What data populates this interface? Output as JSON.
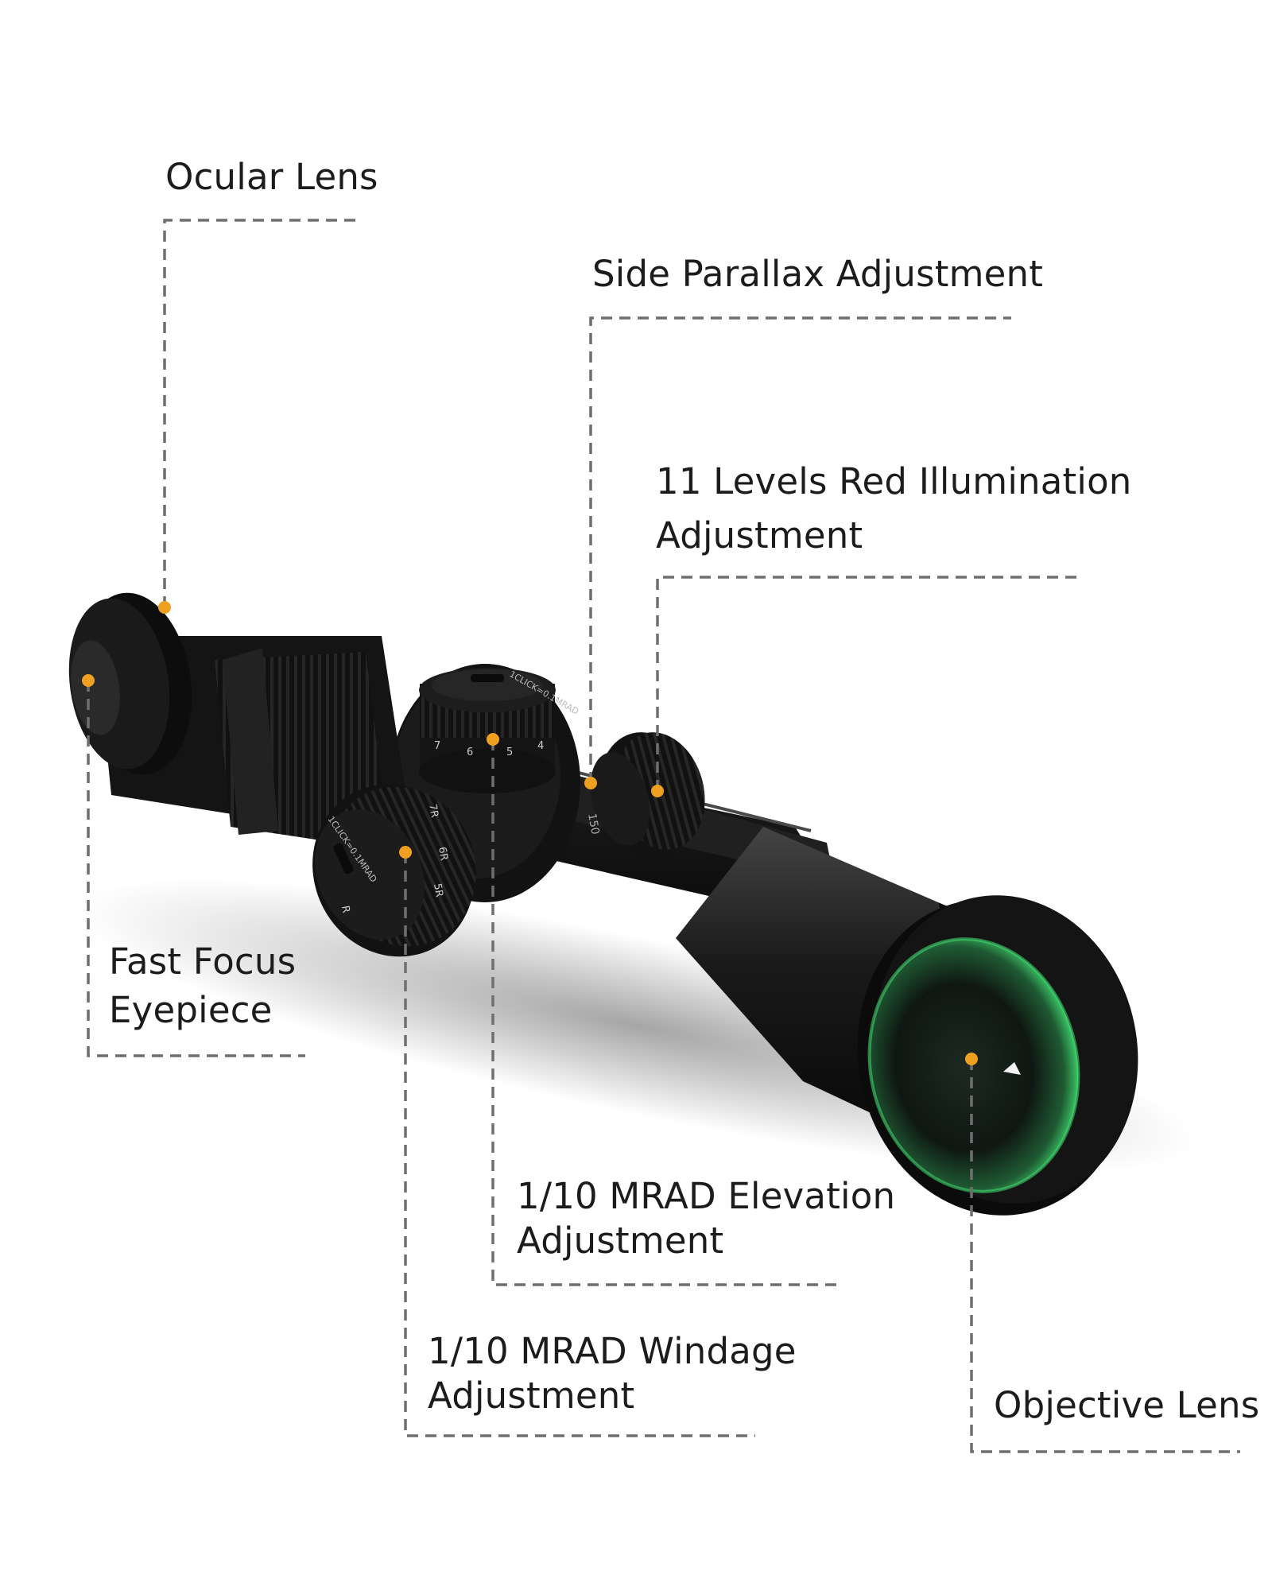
{
  "callouts": [
    {
      "id": "ocular-lens",
      "lines": [
        "Ocular Lens"
      ]
    },
    {
      "id": "side-parallax",
      "lines": [
        "Side Parallax Adjustment"
      ]
    },
    {
      "id": "illumination",
      "lines": [
        "11 Levels Red Illumination",
        "Adjustment"
      ]
    },
    {
      "id": "fast-focus",
      "lines": [
        "Fast Focus",
        "Eyepiece"
      ]
    },
    {
      "id": "elevation",
      "lines": [
        "1/10 MRAD Elevation",
        "Adjustment"
      ]
    },
    {
      "id": "windage",
      "lines": [
        "1/10 MRAD Windage",
        "Adjustment"
      ]
    },
    {
      "id": "objective-lens",
      "lines": [
        "Objective Lens"
      ]
    }
  ],
  "turrets": {
    "elevation_text": "1CLICK=0.1MRAD",
    "elevation_ticks": [
      "7",
      "6",
      "5",
      "4"
    ],
    "windage_text": "1CLICK=0.1MRAD",
    "windage_ticks": [
      "7R",
      "6R",
      "5R",
      "R"
    ],
    "parallax_text": "150"
  },
  "colors": {
    "marker": "#f0a020",
    "leader": "#6f6f6f",
    "scope_body": "#141414",
    "lens_green": "#3fd36c"
  }
}
